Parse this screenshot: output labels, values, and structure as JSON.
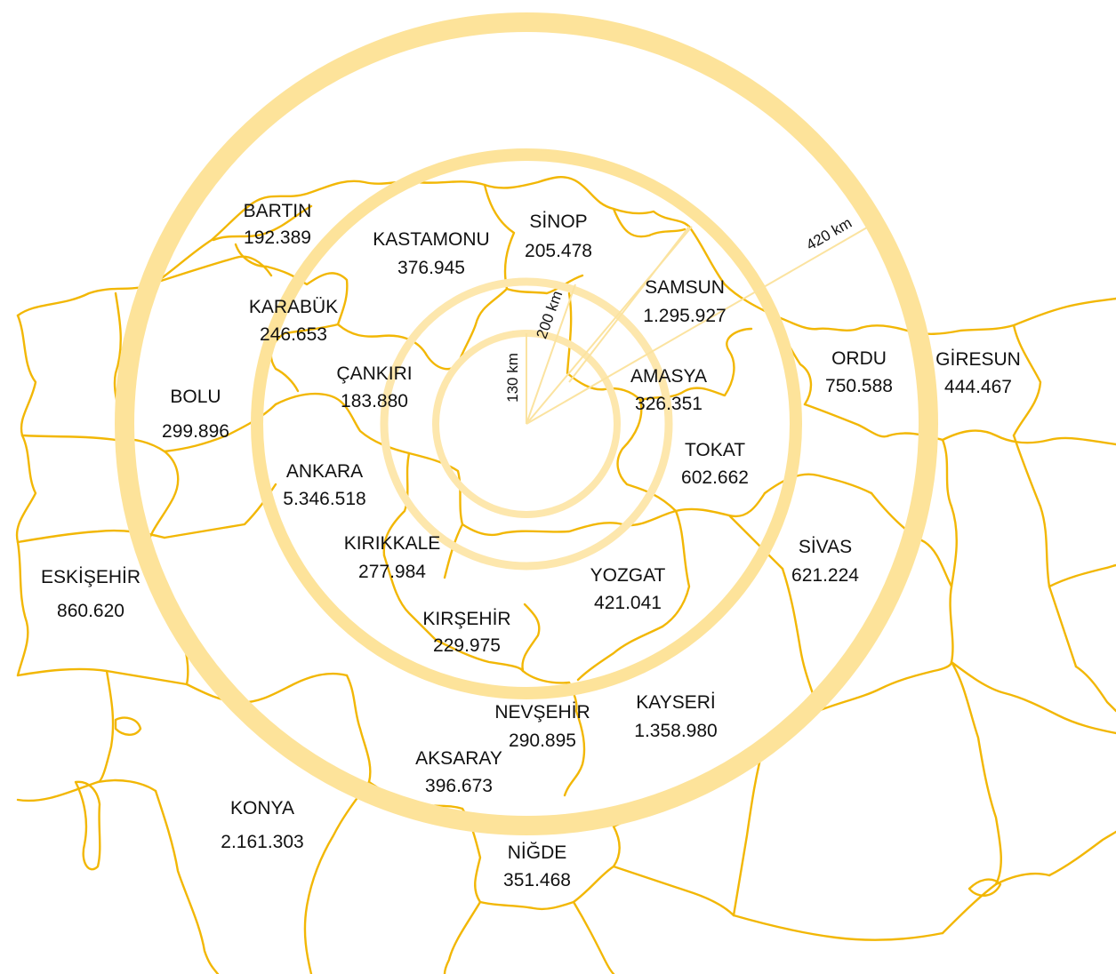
{
  "colors": {
    "border": "#f2b705",
    "ring": "#fde39a",
    "ring_inner": "#fde7ad",
    "ray": "#fbe3a0",
    "text": "#111111",
    "background": "#ffffff"
  },
  "rings": [
    {
      "radius_km": 130,
      "label": "130 km"
    },
    {
      "radius_km": 200,
      "label": "200 km"
    },
    {
      "radius_km": 420,
      "label": "420 km"
    }
  ],
  "provinces": [
    {
      "name": "BARTIN",
      "population": "192.389"
    },
    {
      "name": "KASTAMONU",
      "population": "376.945"
    },
    {
      "name": "SİNOP",
      "population": "205.478"
    },
    {
      "name": "SAMSUN",
      "population": "1.295.927"
    },
    {
      "name": "KARABÜK",
      "population": "246.653"
    },
    {
      "name": "ÇANKIRI",
      "population": "183.880"
    },
    {
      "name": "AMASYA",
      "population": "326.351"
    },
    {
      "name": "ORDU",
      "population": "750.588"
    },
    {
      "name": "GİRESUN",
      "population": "444.467"
    },
    {
      "name": "BOLU",
      "population": "299.896"
    },
    {
      "name": "TOKAT",
      "population": "602.662"
    },
    {
      "name": "ANKARA",
      "population": "5.346.518"
    },
    {
      "name": "SİVAS",
      "population": "621.224"
    },
    {
      "name": "KIRIKKALE",
      "population": "277.984"
    },
    {
      "name": "YOZGAT",
      "population": "421.041"
    },
    {
      "name": "ESKİŞEHİR",
      "population": "860.620"
    },
    {
      "name": "KIRŞEHİR",
      "population": "229.975"
    },
    {
      "name": "NEVŞEHİR",
      "population": "290.895"
    },
    {
      "name": "KAYSERİ",
      "population": "1.358.980"
    },
    {
      "name": "AKSARAY",
      "population": "396.673"
    },
    {
      "name": "KONYA",
      "population": "2.161.303"
    },
    {
      "name": "NİĞDE",
      "population": "351.468"
    }
  ]
}
